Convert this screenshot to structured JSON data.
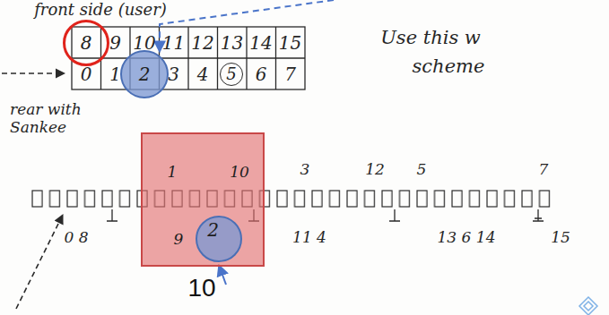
{
  "diagram": {
    "nodes": [
      {
        "text": [
          "8"
        ]
      },
      {
        "text": [
          "2"
        ]
      },
      {
        "text": [
          "5"
        ]
      },
      {
        "text": [
          "1",
          "10",
          "9"
        ]
      },
      {
        "text": [
          "2"
        ],
        "in": 3
      }
    ],
    "labels": [
      "front side (user)",
      "9",
      "10",
      "11",
      "12",
      "13",
      "14",
      "15",
      "0",
      "1",
      "3",
      "4",
      "6",
      "7",
      "Use this w",
      "scheme",
      "rear with Sankee",
      "3",
      "12",
      "5",
      "7",
      "0 8",
      "11 4",
      "13 6 14",
      "15",
      "10"
    ]
  }
}
